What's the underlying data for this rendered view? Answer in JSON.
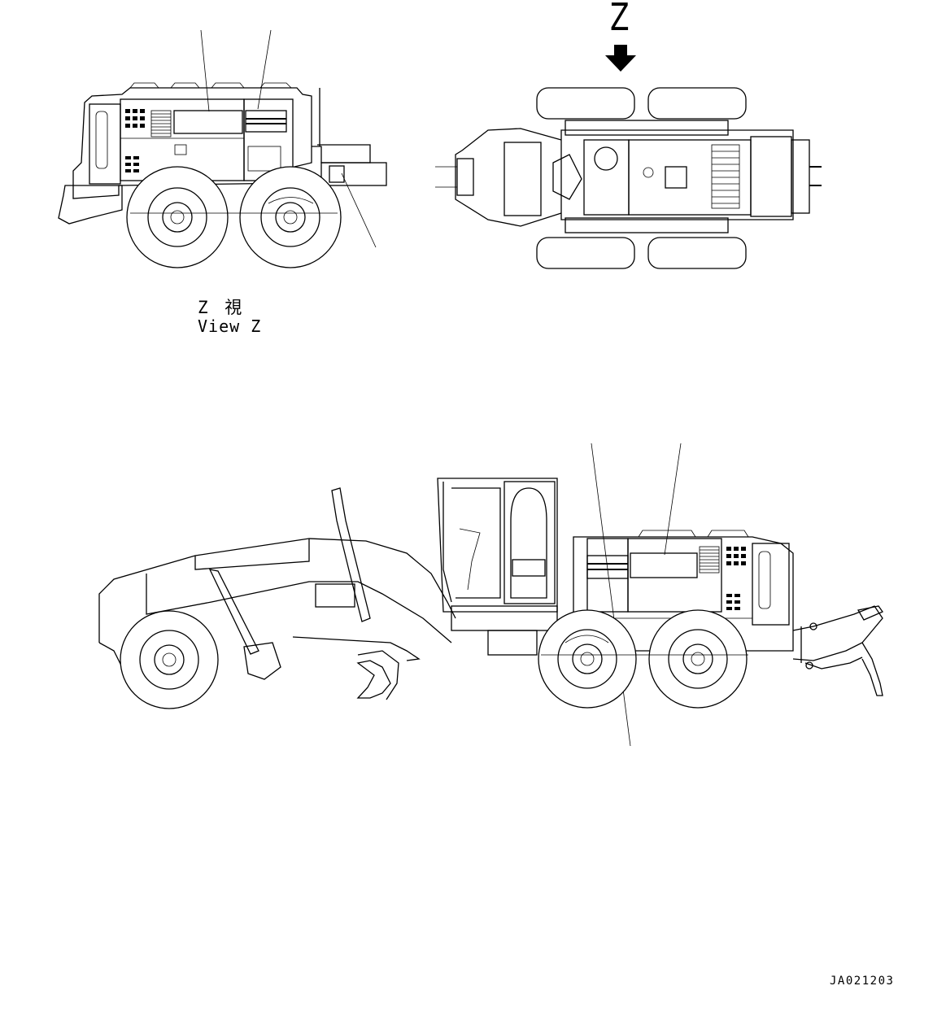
{
  "view_label": {
    "japanese": "Z 視",
    "english": "View Z"
  },
  "direction_arrow_letter": "Z",
  "drawing_code": "JA021203",
  "line_color": "#000000",
  "background_color": "#ffffff"
}
